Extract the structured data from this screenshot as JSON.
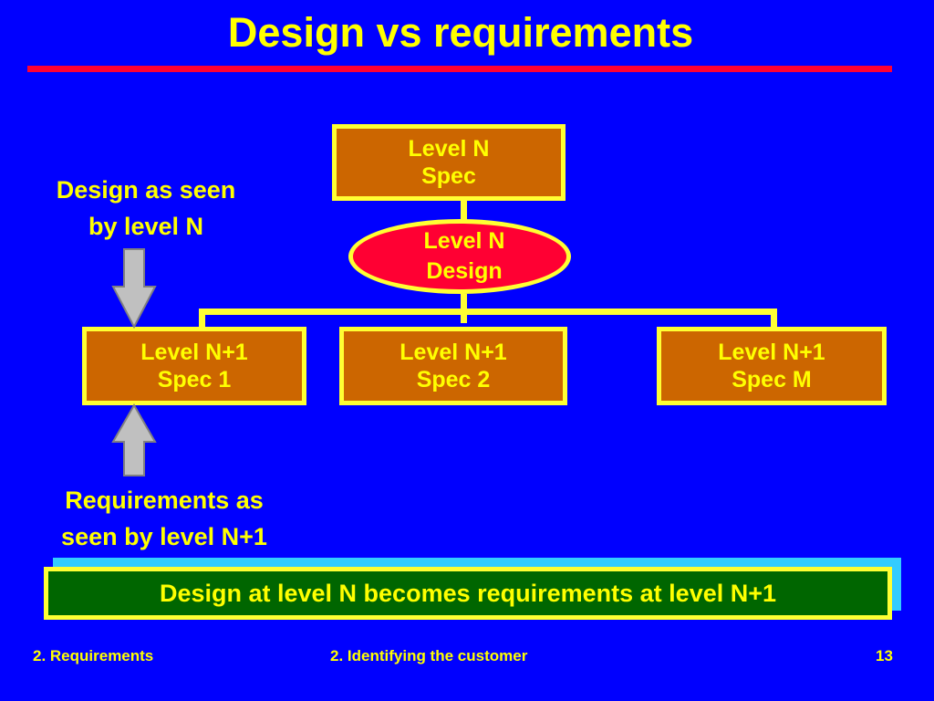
{
  "slide": {
    "title": "Design vs requirements",
    "top_box": {
      "line1": "Level N",
      "line2": "Spec"
    },
    "design_ellipse": {
      "line1": "Level N",
      "line2": "Design"
    },
    "child_boxes": [
      {
        "line1": "Level N+1",
        "line2": "Spec 1"
      },
      {
        "line1": "Level N+1",
        "line2": "Spec 2"
      },
      {
        "line1": "Level N+1",
        "line2": "Spec M"
      }
    ],
    "design_label": {
      "line1": "Design as seen",
      "line2": "by level N"
    },
    "requirements_label": {
      "line1": "Requirements as",
      "line2": "seen by level N+1"
    },
    "banner": "Design at level N becomes requirements at level N+1"
  },
  "footer": {
    "left": "2. Requirements",
    "center": "2. Identifying the customer",
    "page": "13"
  },
  "colors": {
    "background": "#0000ff",
    "text": "#ffff00",
    "box_fill": "#cc6600",
    "ellipse_fill": "#ff0033",
    "banner_fill": "#006600",
    "banner_shadow": "#33ccff",
    "title_rule": "#ff0033"
  }
}
